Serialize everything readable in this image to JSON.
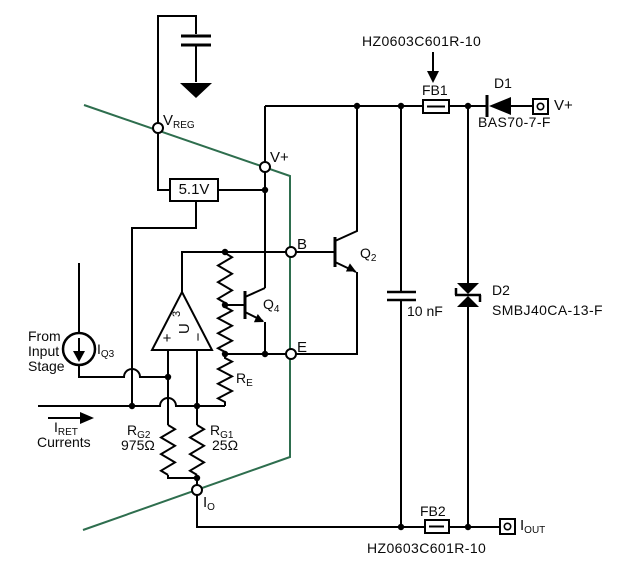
{
  "diagram": {
    "kind": "circuit-schematic",
    "description": "Protected current-output stage with ferrite beads and TVS clamp",
    "boundary_color": "#2e6e4e",
    "wire_color": "#000000"
  },
  "labels": {
    "vreg": {
      "main": "V",
      "sub": "REG"
    },
    "vplus_pin": {
      "text": "V+"
    },
    "b_pin": {
      "text": "B"
    },
    "e_pin": {
      "text": "E"
    },
    "io_pin": {
      "main": "I",
      "sub": "O"
    },
    "regulator": {
      "value": "5.1V"
    },
    "opamp": {
      "main": "U",
      "sub": "3",
      "plus": "+",
      "minus": "−"
    },
    "q2": {
      "main": "Q",
      "sub": "2"
    },
    "q4": {
      "main": "Q",
      "sub": "4"
    },
    "re": {
      "main": "R",
      "sub": "E"
    },
    "rg2": {
      "main": "R",
      "sub": "G2",
      "value": "975Ω"
    },
    "rg1": {
      "main": "R",
      "sub": "G1",
      "value": "25Ω"
    },
    "iq3": {
      "main": "I",
      "sub": "Q3"
    },
    "from_input_stage": {
      "line1": "From",
      "line2": "Input",
      "line3": "Stage"
    },
    "iret": {
      "main": "I",
      "sub": "RET",
      "caption": "Currents"
    },
    "cap10nf": {
      "value": "10 nF"
    },
    "fb1": {
      "ref": "FB1",
      "part": "HZ0603C601R-10"
    },
    "fb2": {
      "ref": "FB2",
      "part": "HZ0603C601R-10"
    },
    "d1": {
      "ref": "D1",
      "part": "BAS70-7-F"
    },
    "d2": {
      "ref": "D2",
      "part": "SMBJ40CA-13-F"
    },
    "vplus_terminal": {
      "text": "V+"
    },
    "iout_terminal": {
      "main": "I",
      "sub": "OUT"
    }
  }
}
